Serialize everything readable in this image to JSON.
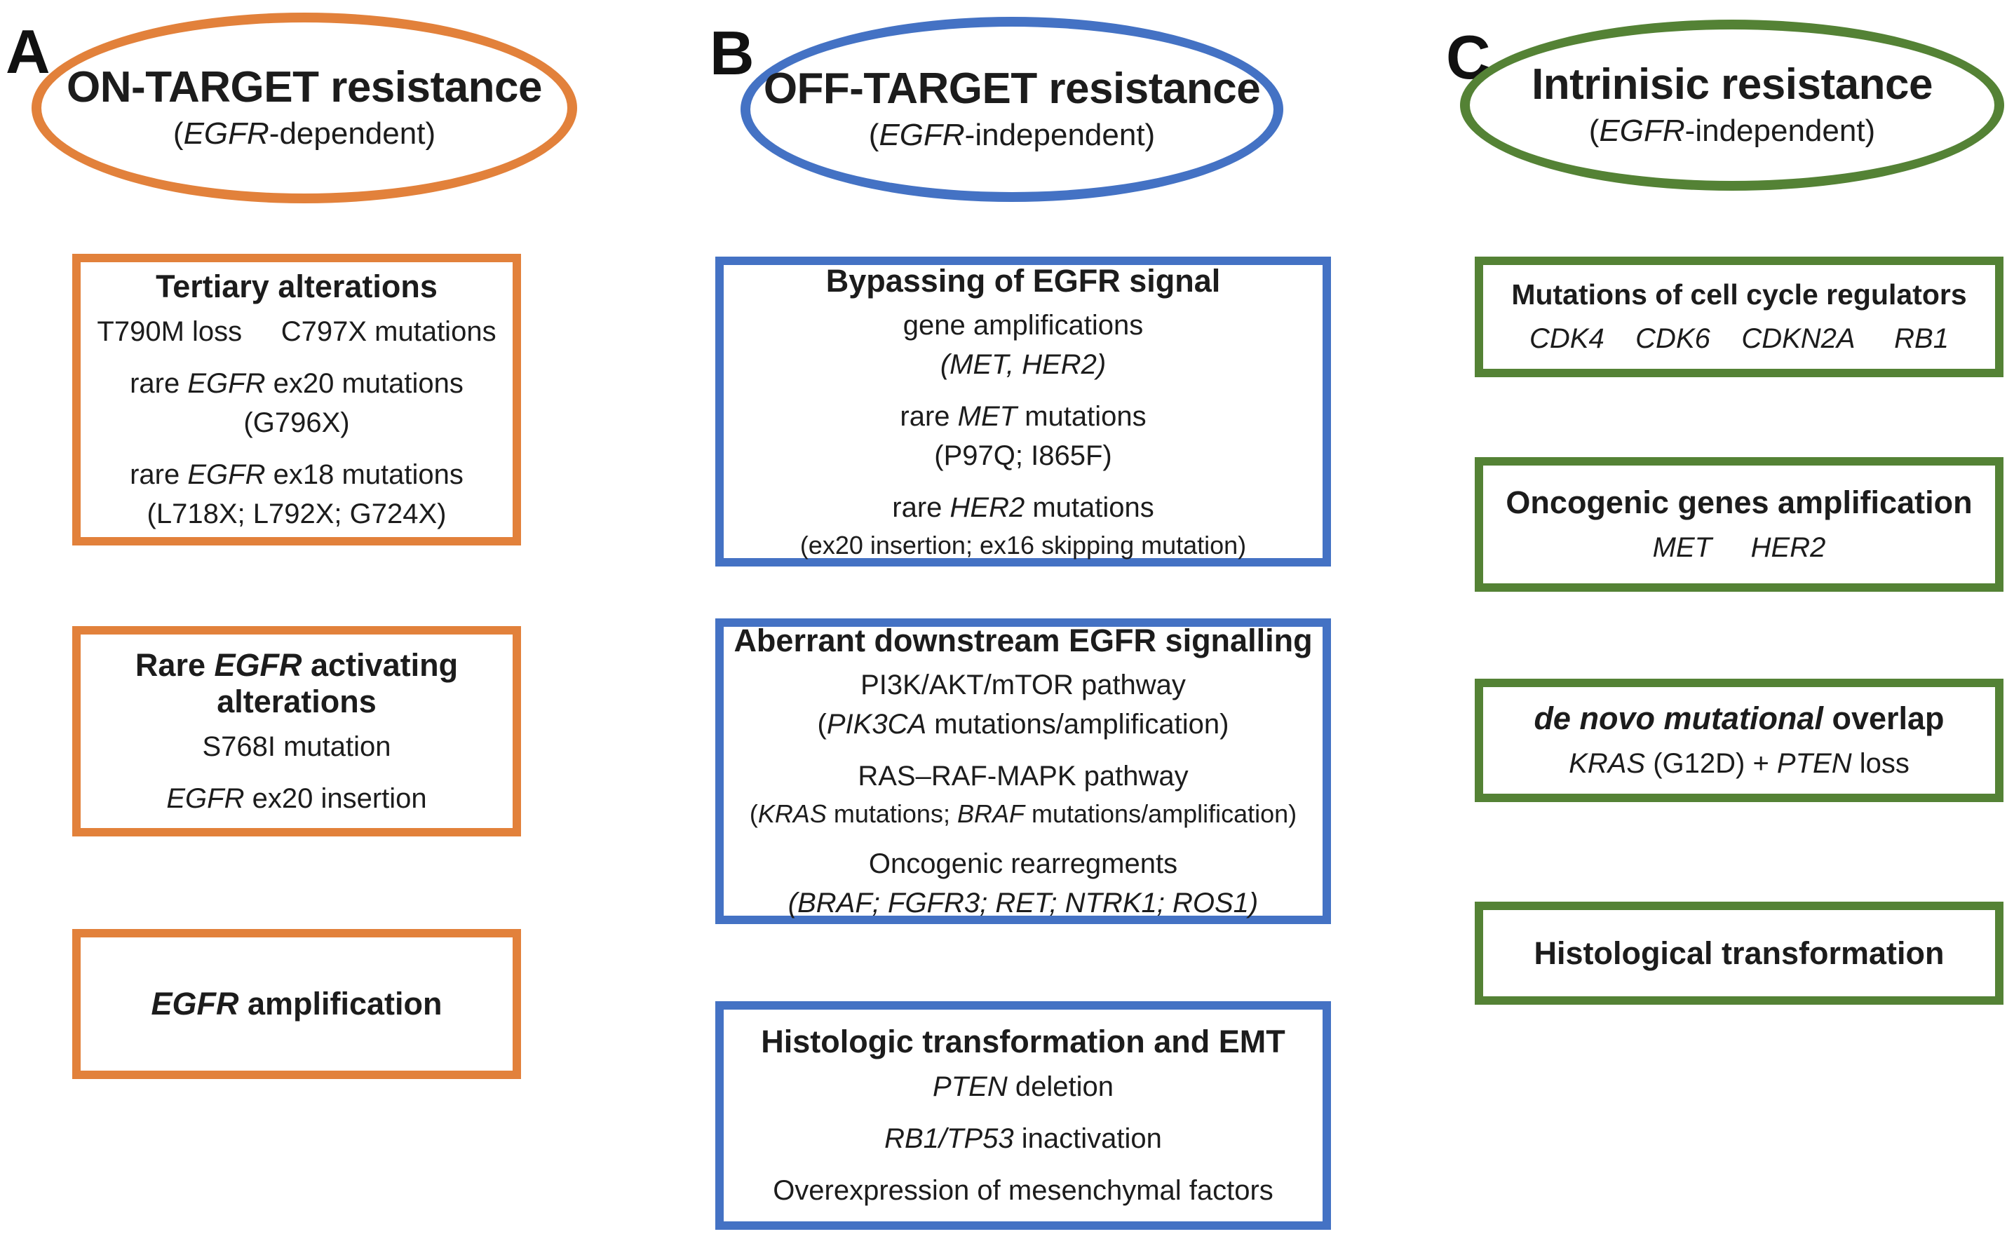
{
  "figure": {
    "panels": [
      {
        "label": "A",
        "accent_color": "#E2813B",
        "ellipse": {
          "title": "ON-TARGET resistance",
          "subtitle_runs": [
            {
              "t": "("
            },
            {
              "t": "EGFR",
              "i": true
            },
            {
              "t": "-dependent)"
            }
          ]
        },
        "boxes": [
          {
            "title_runs": [
              {
                "t": "Tertiary alterations"
              }
            ],
            "lines": [
              {
                "runs": [
                  {
                    "t": "T790M loss     C797X mutations"
                  }
                ]
              },
              {
                "runs": [
                  {
                    "t": "rare "
                  },
                  {
                    "t": "EGFR",
                    "i": true
                  },
                  {
                    "t": " ex20 mutations"
                  }
                ]
              },
              {
                "runs": [
                  {
                    "t": "(G796X)"
                  }
                ]
              },
              {
                "runs": [
                  {
                    "t": "rare "
                  },
                  {
                    "t": "EGFR",
                    "i": true
                  },
                  {
                    "t": " ex18 mutations"
                  }
                ]
              },
              {
                "runs": [
                  {
                    "t": "(L718X; L792X; G724X)"
                  }
                ]
              }
            ]
          },
          {
            "title_runs": [
              {
                "t": "Rare "
              },
              {
                "t": "EGFR",
                "i": true
              },
              {
                "t": " activating alterations"
              }
            ],
            "lines": [
              {
                "runs": [
                  {
                    "t": "S768I mutation"
                  }
                ]
              },
              {
                "runs": [
                  {
                    "t": "EGFR",
                    "i": true
                  },
                  {
                    "t": " ex20 insertion"
                  }
                ]
              }
            ]
          },
          {
            "title_runs": [
              {
                "t": "EGFR",
                "i": true
              },
              {
                "t": " amplification"
              }
            ],
            "lines": []
          }
        ]
      },
      {
        "label": "B",
        "accent_color": "#4472C4",
        "ellipse": {
          "title": "OFF-TARGET resistance",
          "subtitle_runs": [
            {
              "t": "("
            },
            {
              "t": "EGFR",
              "i": true
            },
            {
              "t": "-independent)"
            }
          ]
        },
        "boxes": [
          {
            "title_runs": [
              {
                "t": "Bypassing of EGFR signal"
              }
            ],
            "lines": [
              {
                "runs": [
                  {
                    "t": "gene amplifications"
                  }
                ]
              },
              {
                "runs": [
                  {
                    "t": "(MET, HER2)",
                    "i": true
                  }
                ]
              },
              {
                "runs": [
                  {
                    "t": "rare "
                  },
                  {
                    "t": "MET",
                    "i": true
                  },
                  {
                    "t": " mutations"
                  }
                ]
              },
              {
                "runs": [
                  {
                    "t": "(P97Q; I865F)"
                  }
                ]
              },
              {
                "runs": [
                  {
                    "t": "rare "
                  },
                  {
                    "t": "HER2",
                    "i": true
                  },
                  {
                    "t": " mutations"
                  }
                ]
              },
              {
                "runs": [
                  {
                    "t": "(ex20 insertion; ex16 skipping mutation)"
                  }
                ]
              }
            ]
          },
          {
            "title_runs": [
              {
                "t": "Aberrant downstream EGFR signalling"
              }
            ],
            "lines": [
              {
                "runs": [
                  {
                    "t": "PI3K/AKT/mTOR pathway"
                  }
                ]
              },
              {
                "runs": [
                  {
                    "t": "("
                  },
                  {
                    "t": "PIK3CA",
                    "i": true
                  },
                  {
                    "t": " mutations/amplification)"
                  }
                ]
              },
              {
                "runs": [
                  {
                    "t": "RAS–RAF-MAPK pathway"
                  }
                ]
              },
              {
                "runs": [
                  {
                    "t": "("
                  },
                  {
                    "t": "KRAS",
                    "i": true
                  },
                  {
                    "t": " mutations; "
                  },
                  {
                    "t": "BRAF",
                    "i": true
                  },
                  {
                    "t": " mutations/amplification)"
                  }
                ]
              },
              {
                "runs": [
                  {
                    "t": "Oncogenic rearregments"
                  }
                ]
              },
              {
                "runs": [
                  {
                    "t": "(BRAF; FGFR3; RET; NTRK1; ROS1)",
                    "i": true
                  }
                ]
              }
            ]
          },
          {
            "title_runs": [
              {
                "t": "Histologic transformation and EMT"
              }
            ],
            "lines": [
              {
                "runs": [
                  {
                    "t": "PTEN",
                    "i": true
                  },
                  {
                    "t": " deletion"
                  }
                ]
              },
              {
                "runs": [
                  {
                    "t": "RB1/TP53",
                    "i": true
                  },
                  {
                    "t": " inactivation"
                  }
                ]
              },
              {
                "runs": [
                  {
                    "t": "Overexpression of mesenchymal factors"
                  }
                ]
              }
            ]
          }
        ]
      },
      {
        "label": "C",
        "accent_color": "#548235",
        "ellipse": {
          "title": "Intrinisic resistance",
          "subtitle_runs": [
            {
              "t": "("
            },
            {
              "t": "EGFR",
              "i": true
            },
            {
              "t": "-independent)"
            }
          ]
        },
        "boxes": [
          {
            "title_runs": [
              {
                "t": "Mutations of cell cycle regulators"
              }
            ],
            "lines": [
              {
                "runs": [
                  {
                    "t": "CDK4    CDK6    CDKN2A     RB1",
                    "i": true
                  }
                ]
              }
            ]
          },
          {
            "title_runs": [
              {
                "t": "Oncogenic genes amplification"
              }
            ],
            "lines": [
              {
                "runs": [
                  {
                    "t": "MET     HER2",
                    "i": true
                  }
                ]
              }
            ]
          },
          {
            "title_runs": [
              {
                "t": "de novo mutational ",
                "i": true
              },
              {
                "t": "overlap"
              }
            ],
            "lines": [
              {
                "runs": [
                  {
                    "t": "KRAS",
                    "i": true
                  },
                  {
                    "t": " (G12D) + "
                  },
                  {
                    "t": "PTEN",
                    "i": true
                  },
                  {
                    "t": " loss"
                  }
                ]
              }
            ]
          },
          {
            "title_runs": [
              {
                "t": "Histological transformation"
              }
            ],
            "lines": []
          }
        ]
      }
    ]
  }
}
